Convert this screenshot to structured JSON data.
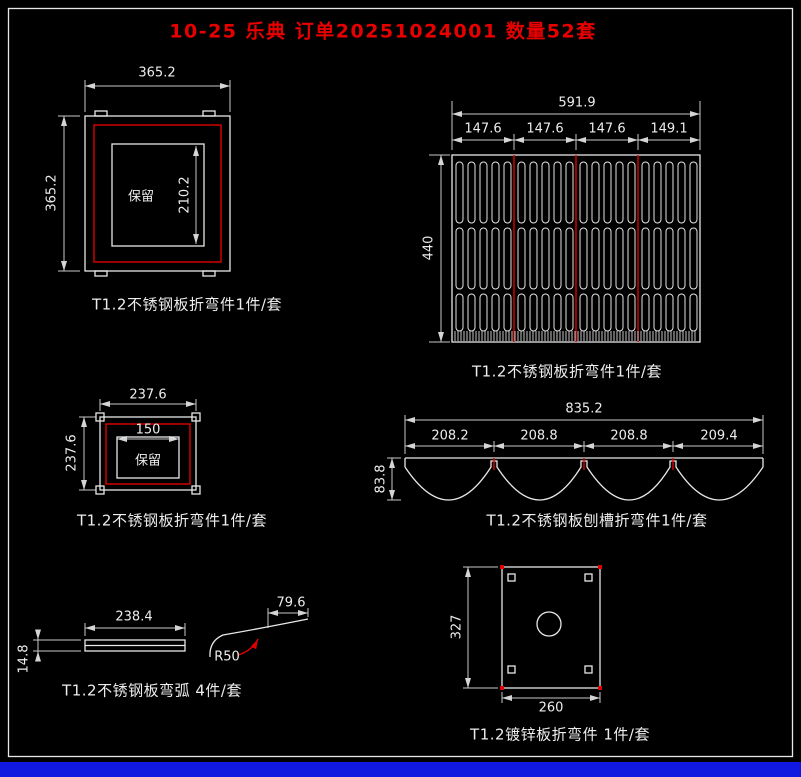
{
  "title": "10-25 乐典 订单20251024001 数量52套",
  "colors": {
    "background": "#000000",
    "line": "#e8e8e8",
    "cad_red": "#e00000",
    "title_red": "#e80000",
    "bottom_bar_blue": "#1119e0"
  },
  "drawings": {
    "plate_365": {
      "label": "T1.2不锈钢板折弯件1件/套",
      "dim_width": "365.2",
      "dim_height": "365.2",
      "dim_inner": "210.2",
      "keep_text": "保留"
    },
    "grille_591": {
      "label": "T1.2不锈钢板折弯件1件/套",
      "dim_width": "591.9",
      "dim_height": "440",
      "sub_dims": [
        "147.6",
        "147.6",
        "147.6",
        "149.1"
      ]
    },
    "plate_237": {
      "label": "T1.2不锈钢板折弯件1件/套",
      "dim_width": "237.6",
      "dim_height": "237.6",
      "dim_inner": "150",
      "keep_text": "保留"
    },
    "groove_835": {
      "label": "T1.2不锈钢板刨槽折弯件1件/套",
      "dim_width": "835.2",
      "dim_height": "83.8",
      "sub_dims": [
        "208.2",
        "208.8",
        "208.8",
        "209.4"
      ]
    },
    "arc_strip": {
      "label": "T1.2不锈钢板弯弧 4件/套",
      "dim_length": "238.4",
      "dim_thickness": "14.8",
      "dim_arc_width": "79.6",
      "radius_label": "R50"
    },
    "galvanized_260": {
      "label": "T1.2镀锌板折弯件 1件/套",
      "dim_width": "260",
      "dim_height": "327"
    }
  }
}
